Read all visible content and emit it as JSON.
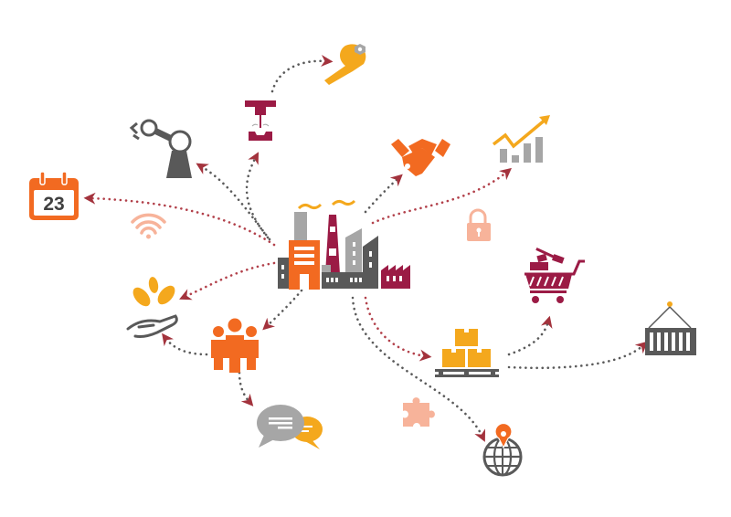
{
  "diagram": {
    "type": "hub-and-spoke infographic",
    "center": {
      "name": "factory",
      "label": ""
    },
    "colors": {
      "orange": "#f26a21",
      "dark_red": "#9b1b45",
      "grey": "#595959",
      "light_grey": "#a6a6a6",
      "yellow": "#f4a81d",
      "peach": "#f7b39a",
      "arrow": "#a3333d"
    },
    "nodes": [
      {
        "id": "calendar",
        "icon": "calendar-icon",
        "text": "23"
      },
      {
        "id": "robot-arm",
        "icon": "robot-arm-icon"
      },
      {
        "id": "press",
        "icon": "industrial-press-icon"
      },
      {
        "id": "wrench",
        "icon": "wrench-icon"
      },
      {
        "id": "handshake",
        "icon": "handshake-icon"
      },
      {
        "id": "growth-chart",
        "icon": "growth-chart-icon"
      },
      {
        "id": "lock",
        "icon": "lock-icon"
      },
      {
        "id": "wifi",
        "icon": "wifi-icon"
      },
      {
        "id": "plant-hand",
        "icon": "plant-in-hand-icon"
      },
      {
        "id": "people",
        "icon": "people-group-icon"
      },
      {
        "id": "chat",
        "icon": "chat-bubbles-icon"
      },
      {
        "id": "shopping-cart",
        "icon": "shopping-cart-icon"
      },
      {
        "id": "pallet",
        "icon": "boxes-on-pallet-icon"
      },
      {
        "id": "container",
        "icon": "shipping-container-icon"
      },
      {
        "id": "puzzle",
        "icon": "puzzle-piece-icon"
      },
      {
        "id": "globe-pin",
        "icon": "globe-location-icon"
      }
    ]
  }
}
